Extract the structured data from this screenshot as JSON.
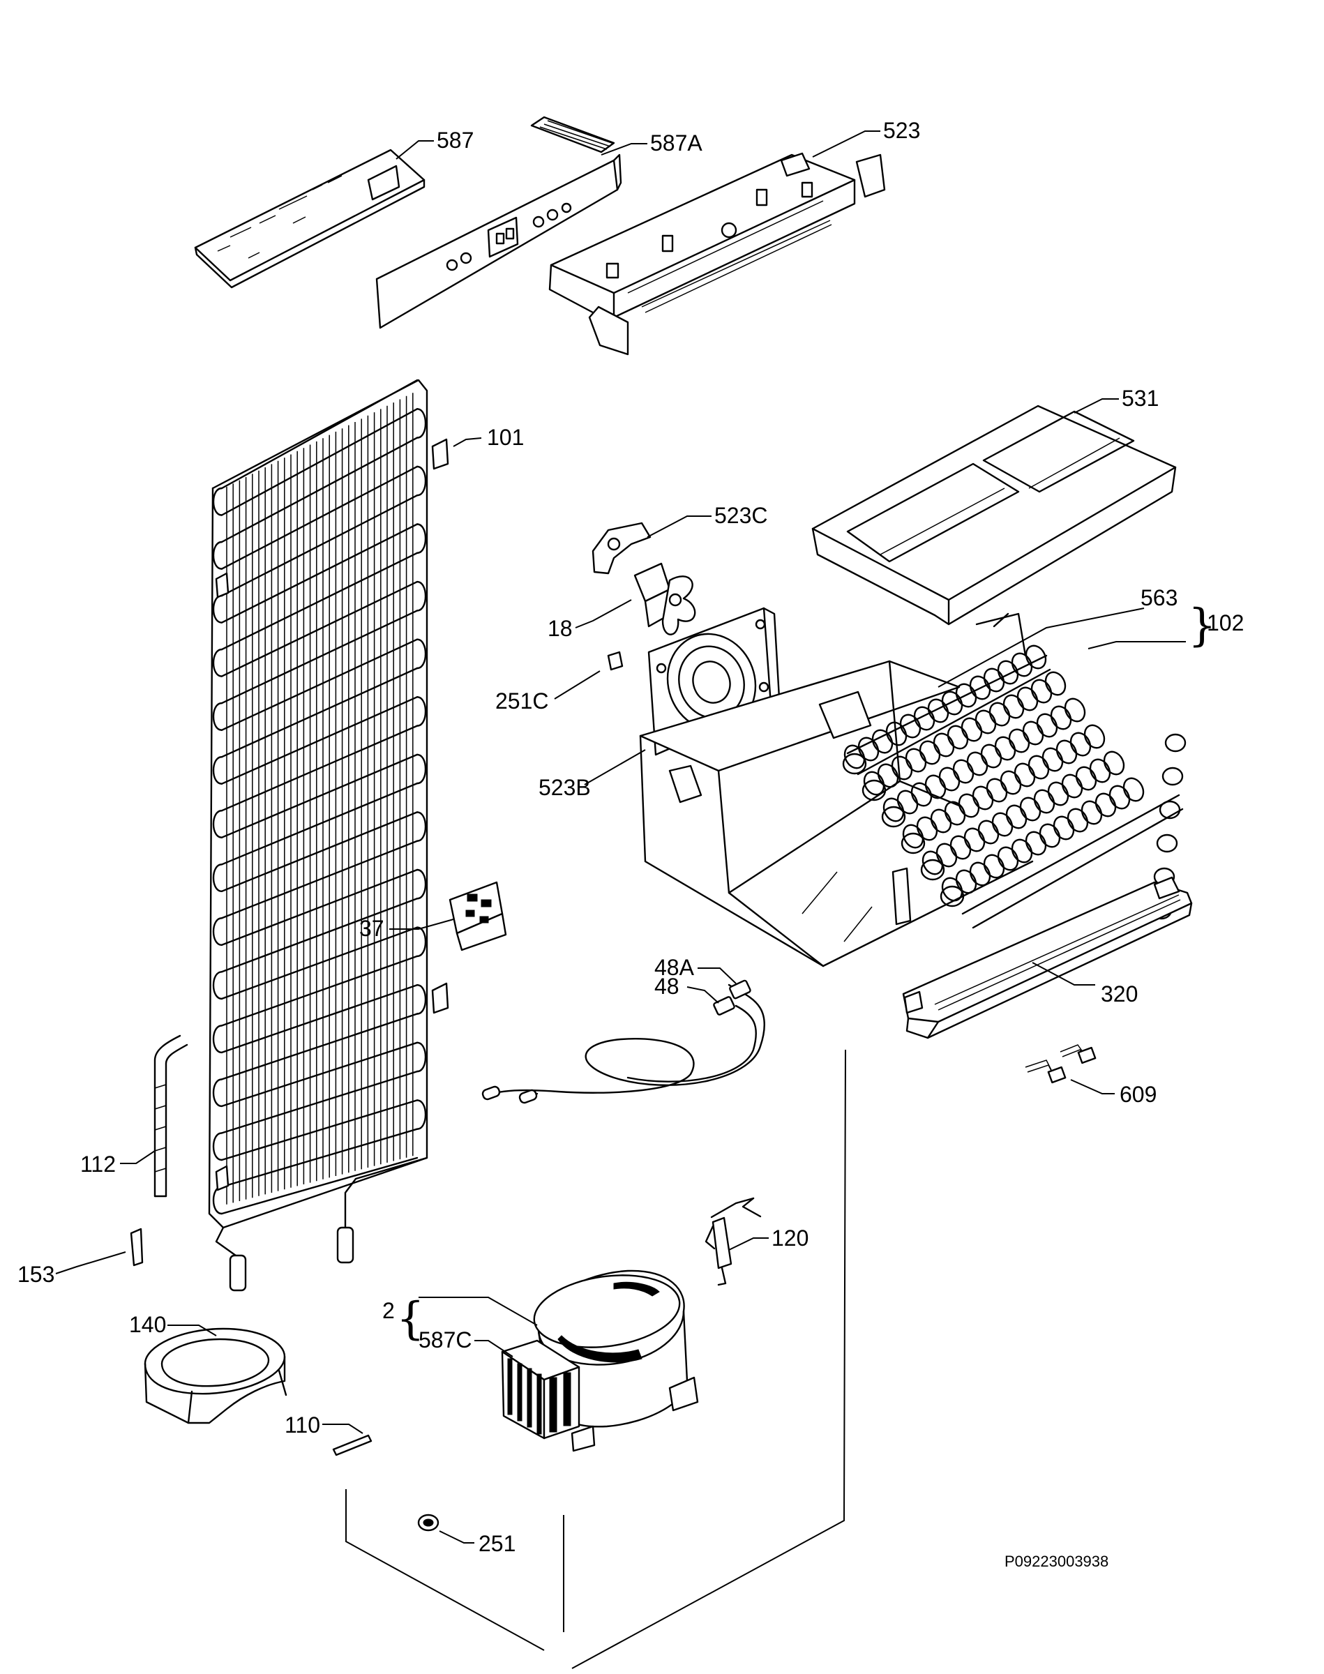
{
  "diagram": {
    "reference_code": "P09223003938",
    "labels": {
      "l587": "587",
      "l587A": "587A",
      "l523": "523",
      "l531": "531",
      "l101": "101",
      "l523C": "523C",
      "l18": "18",
      "l563": "563",
      "l102": "102",
      "l251C": "251C",
      "l523B": "523B",
      "l37": "37",
      "l48A": "48A",
      "l48": "48",
      "l320": "320",
      "l609": "609",
      "l112": "112",
      "l120": "120",
      "l153": "153",
      "l2": "2",
      "l587C": "587C",
      "l140": "140",
      "l110": "110",
      "l251": "251"
    }
  }
}
